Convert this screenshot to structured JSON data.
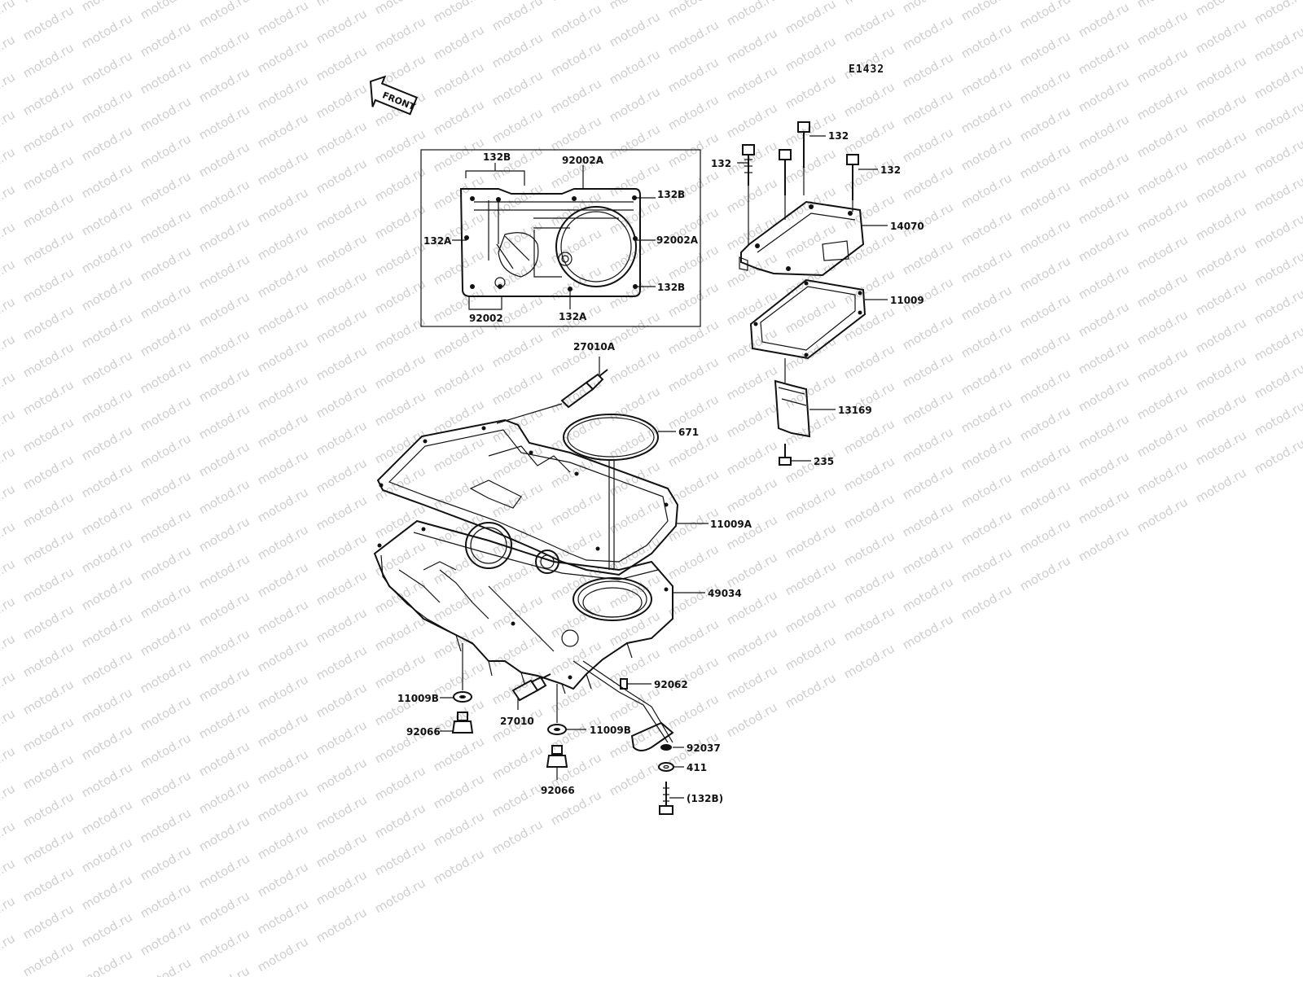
{
  "diagram": {
    "code": "E1432",
    "watermark": "motod.ru",
    "front_label": "FRONT",
    "labels": {
      "l132B_top": "132B",
      "l92002A_top": "92002A",
      "l132B_r1": "132B",
      "l132A_left": "132A",
      "l92002A_right": "92002A",
      "l132B_r2": "132B",
      "l92002": "92002",
      "l132A_bottom": "132A",
      "l132_left": "132",
      "l132_mid": "132",
      "l132_right": "132",
      "l14070": "14070",
      "l11009": "11009",
      "l27010A": "27010A",
      "l671": "671",
      "l13169": "13169",
      "l235": "235",
      "l11009A": "11009A",
      "l49034": "49034",
      "l92062": "92062",
      "l11009B_left": "11009B",
      "l27010": "27010",
      "l92066_left": "92066",
      "l11009B_right": "11009B",
      "l92037": "92037",
      "l411": "411",
      "l132B_paren": "(132B)",
      "l92066_bottom": "92066"
    }
  }
}
